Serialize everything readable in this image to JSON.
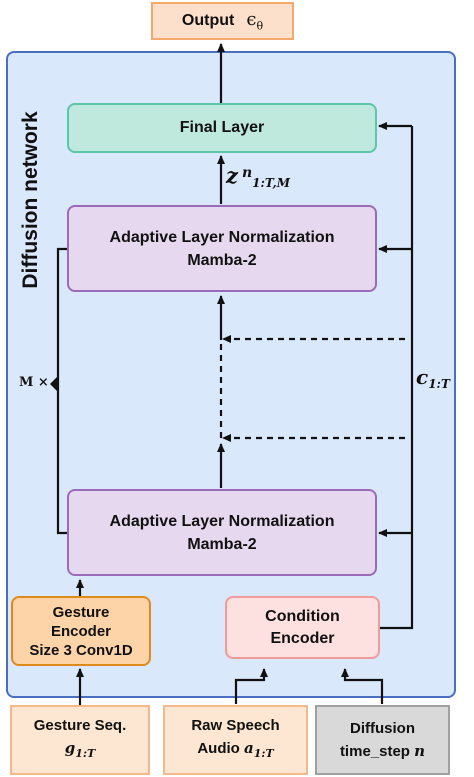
{
  "diagram": {
    "output": {
      "label": "Output",
      "symbol": "ϵ",
      "symbol_sub": "θ"
    },
    "container_title": "Diffusion network",
    "final_layer": "Final Layer",
    "z_label": {
      "main": "z",
      "sup": "n",
      "sub": "1:T,M"
    },
    "block_top": {
      "line1": "Adaptive Layer Normalization",
      "line2": "Mamba-2"
    },
    "block_bottom": {
      "line1": "Adaptive Layer Normalization",
      "line2": "Mamba-2"
    },
    "repeat_label": "M ×",
    "condition_label": {
      "main": "c",
      "sub": "1:T"
    },
    "gesture_encoder": {
      "line1": "Gesture",
      "line2": "Encoder",
      "line3": "Size 3 Conv1D"
    },
    "condition_encoder": {
      "line1": "Condition",
      "line2": "Encoder"
    },
    "inputs": {
      "gesture": {
        "line1": "Gesture Seq.",
        "var": "g",
        "var_sub": "1:T"
      },
      "speech": {
        "line1": "Raw Speech",
        "line2_prefix": "Audio ",
        "var": "a",
        "var_sub": "1:T"
      },
      "timestep": {
        "line1": "Diffusion",
        "line2_prefix": "time_step ",
        "var": "n"
      }
    },
    "colors": {
      "container_fill": "#dae8fc",
      "container_stroke": "#4a6fbf",
      "output_fill": "#fde0cc",
      "output_stroke": "#f2a96a",
      "final_fill": "#bfe9dc",
      "final_stroke": "#5cc6a8",
      "block_fill": "#e6d8ee",
      "block_stroke": "#9b6bb8",
      "gesture_enc_fill": "#fdd4a8",
      "gesture_enc_stroke": "#e08a1e",
      "cond_enc_fill": "#fde0e0",
      "cond_enc_stroke": "#f09a9a",
      "input_fill": "#fde6d2",
      "input_stroke": "#f2b98a",
      "timestep_fill": "#d9d9d9",
      "timestep_stroke": "#a0a0a0"
    }
  }
}
